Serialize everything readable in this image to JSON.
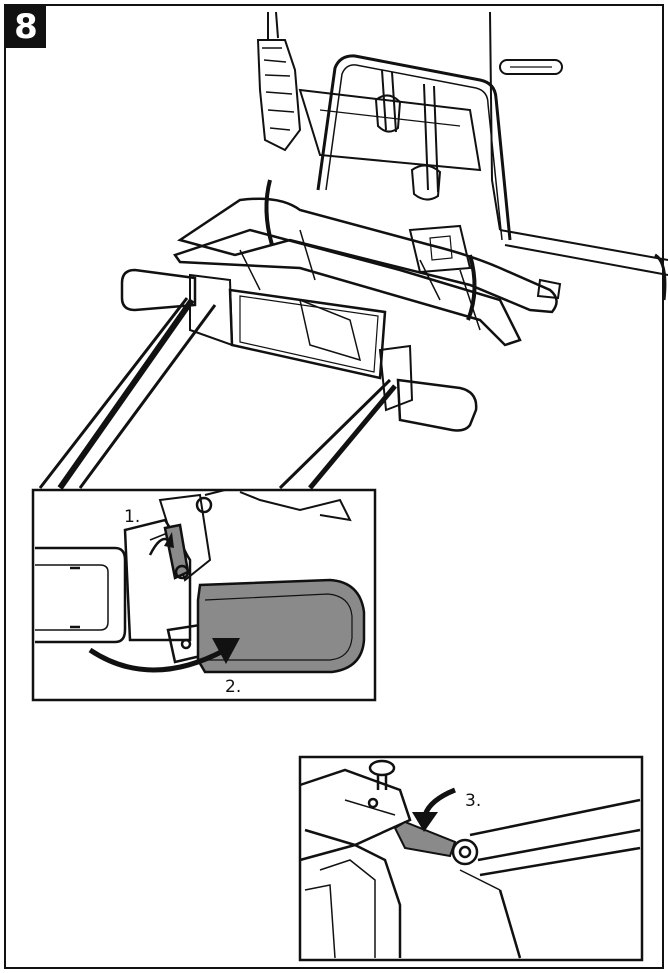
{
  "step": {
    "number": "8"
  },
  "callouts": {
    "step1": "1.",
    "step2": "2.",
    "step3": "3."
  },
  "colors": {
    "line": "#111111",
    "highlight": "#8a8a8a",
    "background": "#ffffff"
  }
}
